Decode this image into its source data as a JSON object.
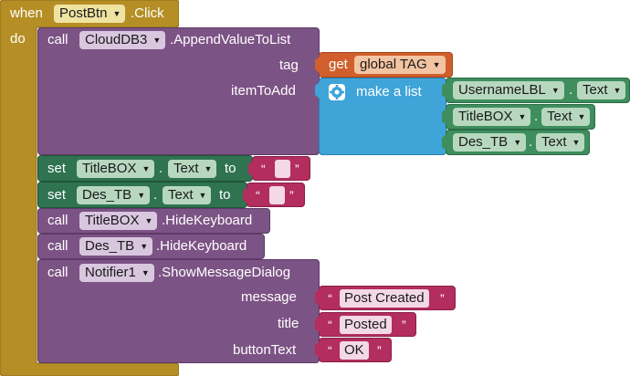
{
  "event": {
    "when_label": "when",
    "component": "PostBtn",
    "event_name": ".Click",
    "do_label": "do"
  },
  "append": {
    "call_label": "call",
    "component": "CloudDB3",
    "method": ".AppendValueToList",
    "tag_label": "tag",
    "item_label": "itemToAdd"
  },
  "tag_value": {
    "get_label": "get",
    "variable": "global TAG"
  },
  "make_list": {
    "label": "make a list",
    "items": [
      {
        "component": "UsernameLBL",
        "property": "Text"
      },
      {
        "component": "TitleBOX",
        "property": "Text"
      },
      {
        "component": "Des_TB",
        "property": "Text"
      }
    ]
  },
  "set1": {
    "set_label": "set",
    "component": "TitleBOX",
    "property": "Text",
    "to_label": "to"
  },
  "set2": {
    "set_label": "set",
    "component": "Des_TB",
    "property": "Text",
    "to_label": "to"
  },
  "hide1": {
    "call_label": "call",
    "component": "TitleBOX",
    "method": ".HideKeyboard"
  },
  "hide2": {
    "call_label": "call",
    "component": "Des_TB",
    "method": ".HideKeyboard"
  },
  "notifier": {
    "call_label": "call",
    "component": "Notifier1",
    "method": ".ShowMessageDialog",
    "message_label": "message",
    "title_label": "title",
    "button_label": "buttonText",
    "message_value": "Post Created",
    "title_value": "Posted",
    "button_value": "OK"
  },
  "quote_open": "“",
  "quote_close": "”",
  "colors": {
    "event": "#b58f26",
    "procedure": "#7c5385",
    "setter": "#2f7350",
    "text": "#b32d5e",
    "variable": "#d05f2d",
    "list": "#3fa4d8",
    "getter": "#3e8e5e"
  }
}
